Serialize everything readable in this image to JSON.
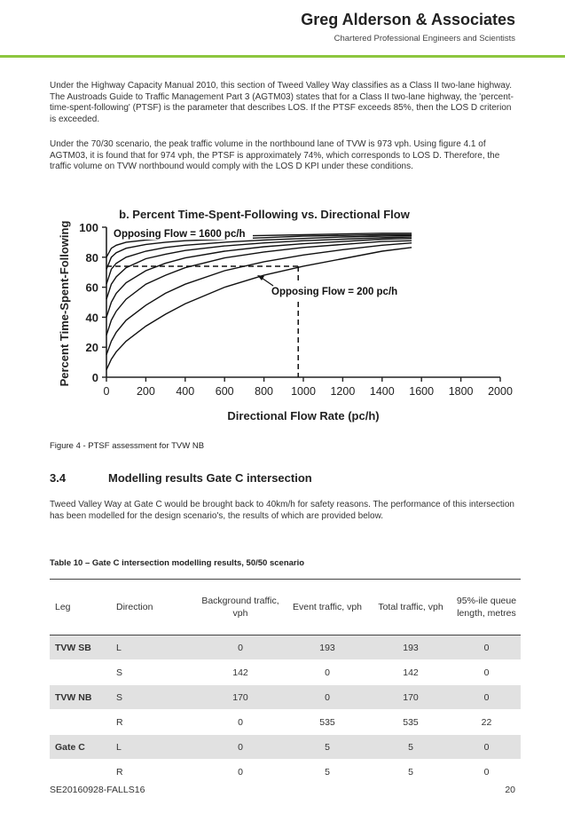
{
  "header": {
    "company": "Greg Alderson & Associates",
    "tagline": "Chartered Professional Engineers and Scientists"
  },
  "body": {
    "para1": "Under the Highway Capacity Manual 2010, this section of Tweed Valley Way classifies as a Class II two-lane highway. The Austroads Guide to Traffic Management Part 3 (AGTM03) states that for a Class II two-lane highway, the 'percent-time-spent-following' (PTSF) is the parameter that describes LOS. If the PTSF exceeds 85%, then the LOS D criterion is exceeded.",
    "para2": "Under the 70/30 scenario, the peak traffic volume in the northbound lane of TVW is 973 vph. Using figure 4.1 of AGTM03, it is found that for 974 vph, the PTSF is approximately 74%, which corresponds to LOS D. Therefore, the traffic volume on TVW northbound would comply with the LOS D KPI under these conditions.",
    "figure_caption": "Figure 4 - PTSF assessment for TVW NB",
    "section_number": "3.4",
    "section_title": "Modelling results Gate C intersection",
    "para3": "Tweed Valley Way at Gate C would be brought back to 40km/h for safety reasons. The performance of this intersection has been modelled for the design scenario's, the results of which are provided below.",
    "table_caption": "Table 10 – Gate C intersection modelling results, 50/50 scenario"
  },
  "chart_data": {
    "type": "line",
    "title": "b. Percent Time-Spent-Following vs. Directional Flow",
    "xlabel": "Directional Flow Rate (pc/h)",
    "ylabel": "Percent Time-Spent-Following",
    "xlim": [
      0,
      2000
    ],
    "ylim": [
      0,
      100
    ],
    "xticks": [
      "0",
      "200",
      "400",
      "600",
      "800",
      "1000",
      "1200",
      "1400",
      "1600",
      "1800",
      "2000"
    ],
    "yticks": [
      "0",
      "20",
      "40",
      "60",
      "80",
      "100"
    ],
    "annotations": [
      "Opposing Flow = 1600 pc/h",
      "Opposing Flow = 200 pc/h"
    ],
    "reference_point": {
      "x": 974,
      "y": 74
    },
    "x": [
      0,
      25,
      50,
      100,
      200,
      300,
      400,
      600,
      800,
      1000,
      1200,
      1400,
      1550
    ],
    "series": [
      {
        "values": [
          80,
          86,
          88,
          90,
          91.5,
          92.5,
          93,
          94,
          94.5,
          95,
          95.5,
          96,
          96
        ]
      },
      {
        "values": [
          72,
          80,
          83,
          86,
          88.5,
          90,
          91,
          92,
          93,
          94,
          94.5,
          95,
          95
        ]
      },
      {
        "values": [
          62,
          72,
          76,
          80,
          84,
          86.5,
          88,
          90,
          91.5,
          92.5,
          93.5,
          94,
          94.5
        ]
      },
      {
        "values": [
          52,
          62,
          67,
          73,
          79,
          82,
          84.5,
          87.5,
          89.5,
          91,
          92,
          93,
          93.5
        ]
      },
      {
        "values": [
          40,
          50,
          56,
          63,
          71,
          76,
          79.5,
          84,
          87,
          89,
          90.5,
          92,
          92.5
        ]
      },
      {
        "values": [
          28,
          38,
          44,
          52,
          62,
          68,
          73,
          79.5,
          83.5,
          86.5,
          88.5,
          90.5,
          91
        ]
      },
      {
        "values": [
          15,
          24,
          30,
          38,
          48,
          56,
          62,
          71,
          77,
          81.5,
          85,
          88,
          89.5
        ]
      },
      {
        "values": [
          5,
          12,
          17,
          24,
          34,
          42,
          49,
          60,
          68,
          74,
          79,
          84,
          86.5
        ]
      }
    ]
  },
  "table": {
    "headers": [
      "Leg",
      "Direction",
      "Background traffic, vph",
      "Event traffic, vph",
      "Total traffic, vph",
      "95%-ile queue length, metres"
    ],
    "rows": [
      {
        "leg": "TVW SB",
        "direction": "L",
        "background": "0",
        "event": "193",
        "total": "193",
        "queue": "0"
      },
      {
        "leg": "",
        "direction": "S",
        "background": "142",
        "event": "0",
        "total": "142",
        "queue": "0"
      },
      {
        "leg": "TVW NB",
        "direction": "S",
        "background": "170",
        "event": "0",
        "total": "170",
        "queue": "0"
      },
      {
        "leg": "",
        "direction": "R",
        "background": "0",
        "event": "535",
        "total": "535",
        "queue": "22"
      },
      {
        "leg": "Gate C",
        "direction": "L",
        "background": "0",
        "event": "5",
        "total": "5",
        "queue": "0"
      },
      {
        "leg": "",
        "direction": "R",
        "background": "0",
        "event": "5",
        "total": "5",
        "queue": "0"
      }
    ]
  },
  "footer": {
    "doc_id": "SE20160928-FALLS16",
    "page": "20"
  },
  "colors": {
    "accent_rule": "#8dc63f",
    "shade_row": "#e1e1e1"
  }
}
